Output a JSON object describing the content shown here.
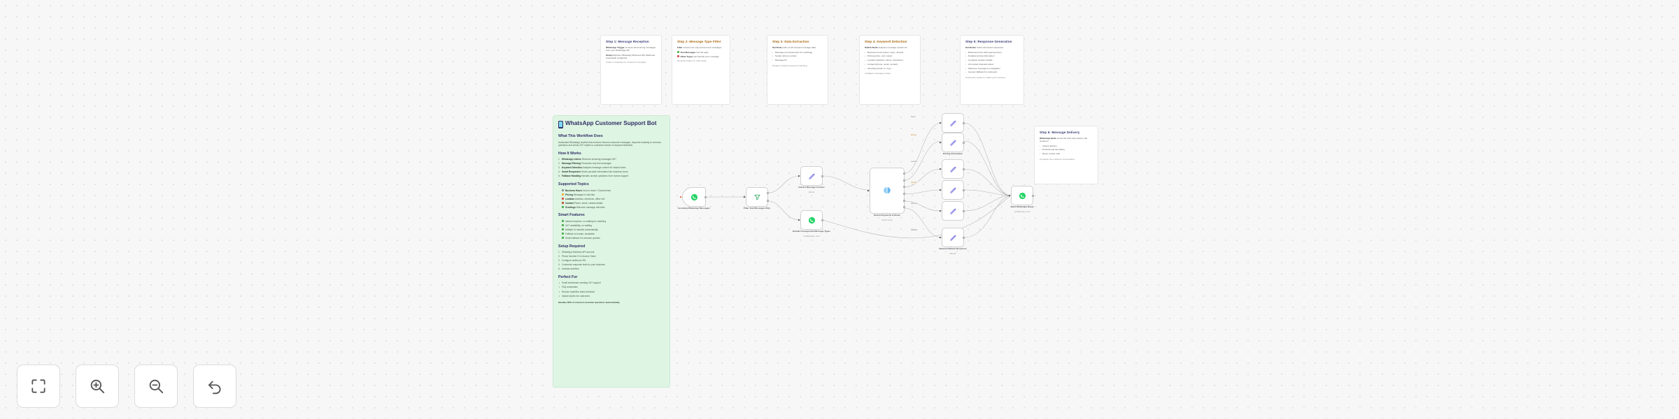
{
  "app": {
    "canvas_name": "workflow-canvas"
  },
  "toolbar": {
    "buttons": [
      {
        "name": "fit-to-view-button",
        "icon": "fit-screen-icon",
        "title": "Fit to view"
      },
      {
        "name": "zoom-in-button",
        "icon": "zoom-in-icon",
        "title": "Zoom in"
      },
      {
        "name": "zoom-out-button",
        "icon": "zoom-out-icon",
        "title": "Zoom out"
      },
      {
        "name": "reset-zoom-button",
        "icon": "undo-arrow-icon",
        "title": "Reset zoom"
      }
    ]
  },
  "doc_sticky": {
    "title": "WhatsApp Customer Support Bot",
    "icon": "mobile-phone-icon",
    "sections": [
      {
        "heading": "What This Workflow Does",
        "paragraph": "Automated WhatsApp chatbot that receives inbound customer messages, responds instantly to common questions and sends 24/7 replies to customers based on keyword detection."
      },
      {
        "heading": "How It Works",
        "type": "numbered",
        "items": [
          {
            "label": "WhatsApp Listens",
            "text": "Receives incoming messages 24/7"
          },
          {
            "label": "Message Filtering",
            "text": "Processes only text messages"
          },
          {
            "label": "Keyword Detection",
            "text": "Analyzes message content for helpful intent"
          },
          {
            "label": "Smart Responses",
            "text": "Sends accurate information like business hours"
          },
          {
            "label": "Fallback Handling",
            "text": "Handles unclear questions from human support"
          }
        ]
      },
      {
        "heading": "Supported Topics",
        "type": "emoji",
        "items": [
          {
            "color": "#8f8f9a",
            "label": "Business Hours",
            "text": "How to reach / Closed times"
          },
          {
            "color": "#e8b13a",
            "label": "Pricing",
            "text": "Messages & rate lists"
          },
          {
            "color": "#d94f4f",
            "label": "Location",
            "text": "Address, directions, office info"
          },
          {
            "color": "#c0563c",
            "label": "Contact",
            "text": "Phone, email, contact details"
          },
          {
            "color": "#4caf50",
            "label": "Greetings",
            "text": "Welcome message with links"
          }
        ]
      },
      {
        "heading": "Smart Features",
        "type": "emoji",
        "items": [
          {
            "color": "#4caf50",
            "text": "Instant response, no waiting for matching"
          },
          {
            "color": "#4caf50",
            "text": "24/7 availability, no staffing"
          },
          {
            "color": "#4caf50",
            "text": "Multiple UI handled automatically"
          },
          {
            "color": "#4caf50",
            "text": "Fallback to human, escalation"
          },
          {
            "color": "#4caf50",
            "text": "Smart fallback for unknown queries"
          }
        ]
      },
      {
        "heading": "Setup Required",
        "type": "numbered",
        "items": [
          {
            "text": "WhatsApp Business API account"
          },
          {
            "text": "Phone Number ID & Access Token"
          },
          {
            "text": "Configure webhook URL"
          },
          {
            "text": "Customize response texts for your business"
          },
          {
            "text": "Activate workflow"
          }
        ]
      },
      {
        "heading": "Perfect For",
        "type": "bullet",
        "items": [
          {
            "text": "Small businesses needing 24/7 support"
          },
          {
            "text": "FAQ automation"
          },
          {
            "text": "Reduce repetitive client workload"
          },
          {
            "text": "Instant replies for customers"
          }
        ]
      }
    ],
    "footer": "Handles 80% of common customer questions automatically."
  },
  "step_cards": [
    {
      "title": "Step 1: Message Reception",
      "items": [
        {
          "label": "WhatsApp Trigger",
          "text": "receives all incoming messages from your WhatsApp API"
        },
        {
          "label": "Setup",
          "text": "Requires WhatsApp Business API Webhook, credentials configured"
        }
      ],
      "note": "Listens constantly for customer messages"
    },
    {
      "title": "Step 2: Message Type Filter",
      "items": [
        {
          "label": "Filter",
          "text": "ensures we only process text messages"
        },
        {
          "color": "#4caf50",
          "label": "Text Messages",
          "text": "Get full reply"
        },
        {
          "color": "#d94f4f",
          "label": "Other Types",
          "text": "Get friendly error message"
        }
      ],
      "note": "Prevents broken or odd media"
    },
    {
      "title": "Step 3: Data Extraction",
      "items": [
        {
          "label": "Set Node",
          "text": "pulls out all relevant message data"
        },
        {
          "text": "Message text (lowercase for matching)"
        },
        {
          "text": "Sender phone number"
        },
        {
          "text": "Message ID"
        }
      ],
      "note": "Prepares data for keyword matching"
    },
    {
      "title": "Step 4: Keyword Detection",
      "items": [
        {
          "label": "Switch Node",
          "text": "analyzes message content for:"
        },
        {
          "text": "Business hours (hours, open, closed)"
        },
        {
          "text": "Pricing (price, cost, rates)"
        },
        {
          "text": "Location (address, where, directions)"
        },
        {
          "text": "Contact (phone, email, contact)"
        },
        {
          "text": "Greetings (hello, hi, hey)"
        }
      ],
      "note": "Intelligent message routing"
    },
    {
      "title": "Step 5: Response Generation",
      "items": [
        {
          "label": "Set Nodes",
          "text": "build customized responses:"
        },
        {
          "text": "Business hours with opening times"
        },
        {
          "text": "Detailed pricing information"
        },
        {
          "text": "Complete location details"
        },
        {
          "text": "All contact channels listed"
        },
        {
          "text": "Welcome message for navigation"
        },
        {
          "text": "Generic fallback for unknowns"
        }
      ],
      "note": "Customize replies to match your business"
    },
    {
      "title": "Step 6: Message Delivery",
      "items": [
        {
          "label": "WhatsApp Node",
          "text": "sends the final reply back to the customer"
        },
        {
          "text": "Instant delivery"
        },
        {
          "text": "Professional formatting"
        },
        {
          "text": "Direct to their chat"
        }
      ],
      "note": "Complete the customer conversation"
    }
  ],
  "nodes": [
    {
      "name": "node-incoming-whatsapp-messages",
      "label": "Incoming WhatsApp Messages",
      "sub": "",
      "icon": "whatsapp-icon"
    },
    {
      "name": "node-filter-text-messages-only",
      "label": "Filter Text Messages Only",
      "sub": "",
      "icon": "filter-icon"
    },
    {
      "name": "node-extract-message-content",
      "label": "Extract Message Content",
      "sub": "Manual",
      "icon": "edit-pencil-icon"
    },
    {
      "name": "node-handle-unsupported-message-types",
      "label": "Handle Unsupported Message Types",
      "sub": "sendMessage: send",
      "icon": "whatsapp-icon"
    },
    {
      "name": "node-detect-keywords-and-route",
      "label": "Detect Keywords & Route",
      "sub": "Switch Group",
      "icon": "brain-icon"
    },
    {
      "name": "node-business-hours-response",
      "label": "",
      "sub": "",
      "icon": "edit-pencil-icon"
    },
    {
      "name": "node-pricing-information",
      "label": "Pricing Information",
      "sub": "",
      "icon": "edit-pencil-icon"
    },
    {
      "name": "node-location-response",
      "label": "",
      "sub": "",
      "icon": "edit-pencil-icon"
    },
    {
      "name": "node-contact-response",
      "label": "",
      "sub": "",
      "icon": "edit-pencil-icon"
    },
    {
      "name": "node-greeting-response",
      "label": "",
      "sub": "",
      "icon": "edit-pencil-icon"
    },
    {
      "name": "node-default-fallback-response",
      "label": "Default Fallback Response",
      "sub": "Manual",
      "icon": "edit-pencil-icon"
    },
    {
      "name": "node-send-whatsapp-reply",
      "label": "Send WhatsApp Reply",
      "sub": "sendMessage: send",
      "icon": "whatsapp-icon"
    }
  ],
  "edge_labels": [
    "true",
    "false",
    "Hours",
    "Pricing",
    "Location",
    "Contact",
    "Greeting",
    "Fallback"
  ]
}
